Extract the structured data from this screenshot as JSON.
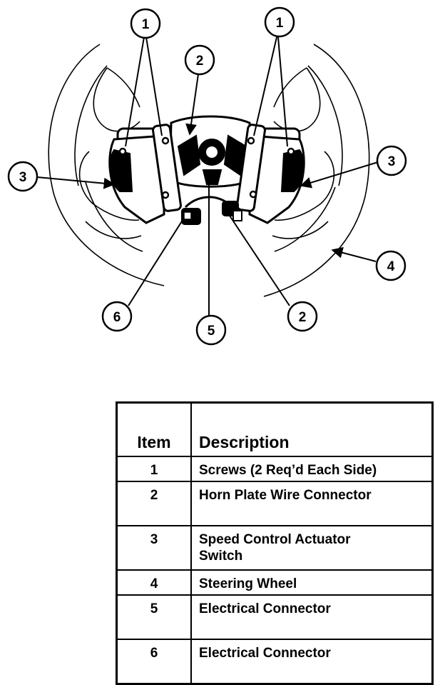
{
  "callouts": [
    {
      "id": "c1a",
      "label": "1"
    },
    {
      "id": "c1b",
      "label": "1"
    },
    {
      "id": "c2a",
      "label": "2"
    },
    {
      "id": "c2b",
      "label": "2"
    },
    {
      "id": "c3a",
      "label": "3"
    },
    {
      "id": "c3b",
      "label": "3"
    },
    {
      "id": "c4",
      "label": "4"
    },
    {
      "id": "c5",
      "label": "5"
    },
    {
      "id": "c6",
      "label": "6"
    }
  ],
  "legend": {
    "header_item": "Item",
    "header_description": "Description",
    "rows": [
      {
        "item": "1",
        "description": "Screws (2 Req’d Each Side)"
      },
      {
        "item": "2",
        "description": "Horn Plate Wire Connector"
      },
      {
        "item": "3",
        "description": "Speed Control Actuator Switch"
      },
      {
        "item": "4",
        "description": "Steering Wheel"
      },
      {
        "item": "5",
        "description": "Electrical Connector"
      },
      {
        "item": "6",
        "description": "Electrical Connector"
      }
    ]
  }
}
